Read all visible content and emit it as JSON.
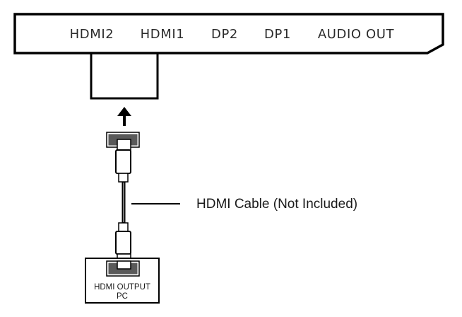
{
  "panel": {
    "ports": [
      {
        "label": "HDMI2"
      },
      {
        "label": "HDMI1"
      },
      {
        "label": "DP2"
      },
      {
        "label": "DP1"
      },
      {
        "label": "AUDIO OUT"
      }
    ]
  },
  "cable": {
    "label": "HDMI Cable (Not Included)"
  },
  "source": {
    "line1": "HDMI OUTPUT",
    "line2": "PC"
  },
  "colors": {
    "line": "#000000",
    "port_fill": "#5a5a5a",
    "text": "#2b2b2b"
  }
}
